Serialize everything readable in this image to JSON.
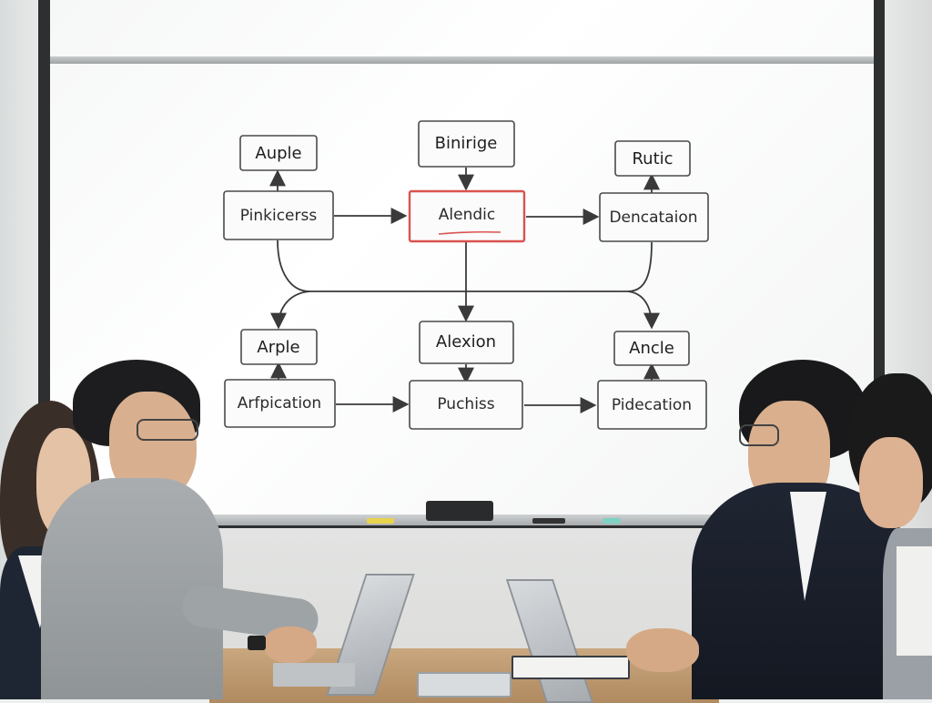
{
  "diagram": {
    "top_row": [
      "Auple",
      "Binirige",
      "Rutic"
    ],
    "middle_row": [
      "Pinkicerss",
      "Alendic",
      "Dencataion"
    ],
    "lower_labels": [
      "Arple",
      "Alexion",
      "Ancle"
    ],
    "bottom_row": [
      "Arfpication",
      "Puchiss",
      "Pidecation"
    ]
  },
  "colors": {
    "highlight_box": "#d9534f",
    "board": "#ffffff",
    "frame": "#2d2f31"
  },
  "icons": {
    "eraser": "eraser-icon"
  }
}
